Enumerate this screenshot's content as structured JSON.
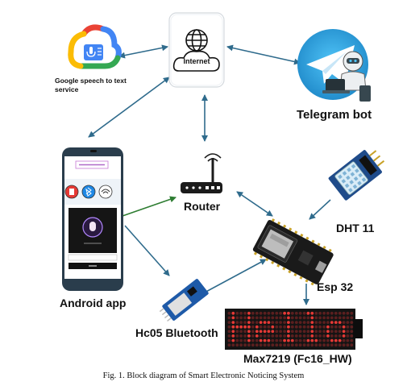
{
  "nodes": {
    "internet": {
      "label": "Internet"
    },
    "google": {
      "label_line1": "Google speech to text",
      "label_line2": "service"
    },
    "telegram": {
      "label": "Telegram bot"
    },
    "router": {
      "label": "Router"
    },
    "android": {
      "label": "Android app"
    },
    "dht": {
      "label": "DHT 11"
    },
    "esp": {
      "label": "Esp 32"
    },
    "hc05": {
      "label": "Hc05 Bluetooth"
    },
    "max": {
      "label": "Max7219  (Fc16_HW)",
      "display_text": "Hello"
    }
  },
  "caption": "Fig. 1. Block diagram of Smart Electronic Noticing System",
  "colors": {
    "arrow": "#2f6b8c",
    "arrow_green": "#2e7d32",
    "telegram": "#2ea0da",
    "led_on": "#e53935",
    "led_off": "#5b1f1f"
  }
}
